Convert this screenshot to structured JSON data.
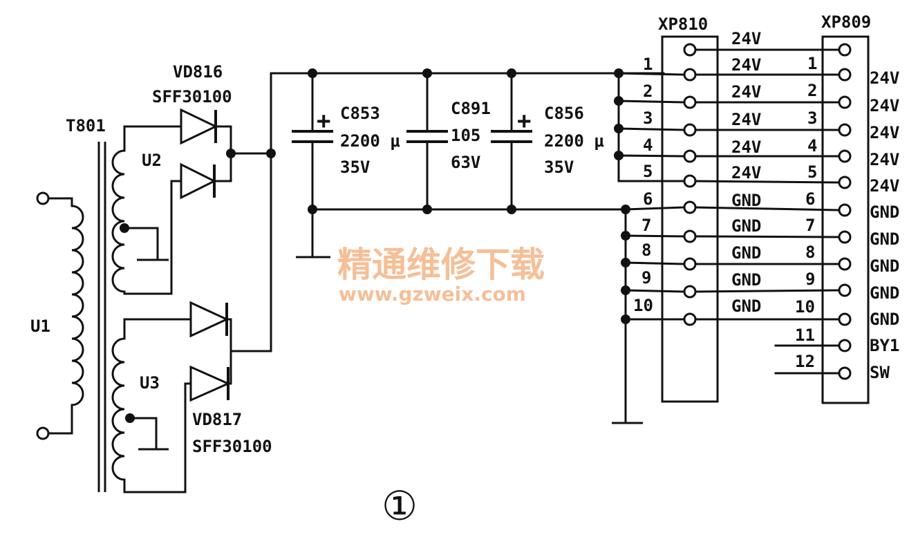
{
  "colors": {
    "ink": "#111111",
    "watermark": "#f4b98c"
  },
  "transformer": {
    "ref": "T801",
    "primary": "U1",
    "secondary_top": "U2",
    "secondary_bottom": "U3"
  },
  "diodes": {
    "top": {
      "ref": "VD816",
      "part": "SFF30100"
    },
    "bottom": {
      "ref": "VD817",
      "part": "SFF30100"
    }
  },
  "capacitors": [
    {
      "ref": "C853",
      "value": "2200 μ",
      "voltage": "35V"
    },
    {
      "ref": "C891",
      "value": "105",
      "voltage": "63V"
    },
    {
      "ref": "C856",
      "value": "2200 μ",
      "voltage": "35V"
    }
  ],
  "cap_plus_sign": "+",
  "connectors": {
    "xp810": {
      "ref": "XP810",
      "pins": [
        "1",
        "2",
        "3",
        "4",
        "5",
        "6",
        "7",
        "8",
        "9",
        "10"
      ],
      "signals": [
        "24V",
        "24V",
        "24V",
        "24V",
        "24V",
        "24V",
        "GND",
        "GND",
        "GND",
        "GND",
        "GND"
      ]
    },
    "xp809": {
      "ref": "XP809",
      "pins": [
        "1",
        "2",
        "3",
        "4",
        "5",
        "6",
        "7",
        "8",
        "9",
        "10",
        "11",
        "12"
      ],
      "signals": [
        "24V",
        "24V",
        "24V",
        "24V",
        "24V",
        "GND",
        "GND",
        "GND",
        "GND",
        "GND",
        "BY1",
        "SW"
      ]
    }
  },
  "watermark": {
    "title": "精通维修下载",
    "url": "www.gzweix.com"
  },
  "figure_number": "①"
}
